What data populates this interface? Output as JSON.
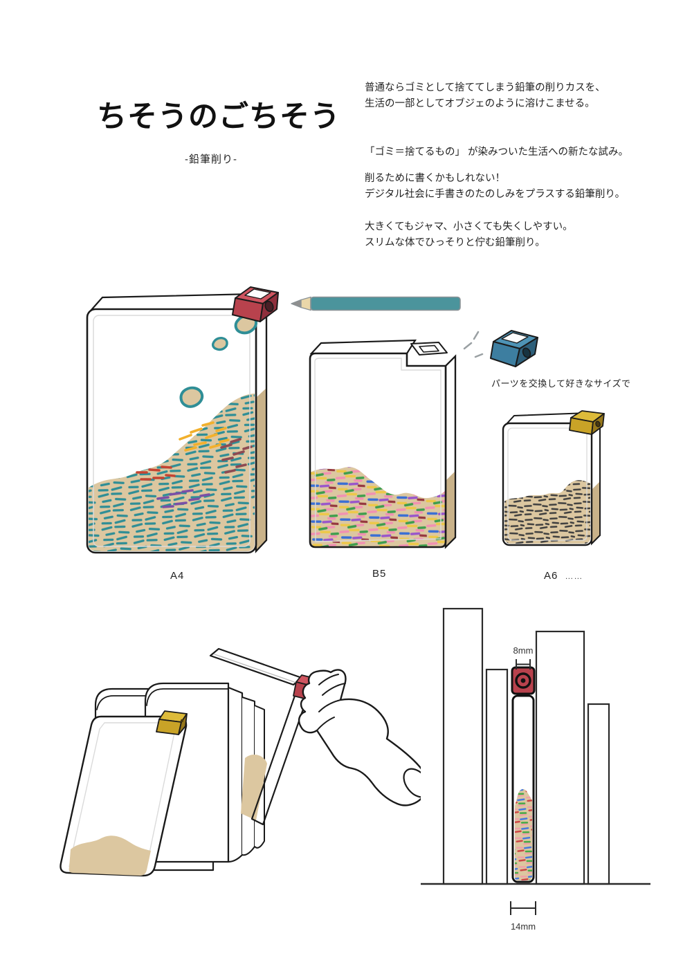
{
  "header": {
    "title": "ちそうのごちそう",
    "subtitle": "-鉛筆削り-"
  },
  "intro": {
    "p1": "普通ならゴミとして捨ててしまう鉛筆の削りカスを、\n生活の一部としてオブジェのように溶けこませる。",
    "p2": "「ゴミ＝捨てるもの」 が染みついた生活への新たな試み。",
    "p3": "削るために書くかもしれない！\nデジタル社会に手書きのたのしみをプラスする鉛筆削り。",
    "p4": "大きくてもジャマ、小さくても失くしやすい。\nスリムな体でひっそりと佇む鉛筆削り。"
  },
  "sizes": {
    "a4": "A4",
    "b5": "B5",
    "a6": "A6",
    "more": "……"
  },
  "swap_note": "パーツを交換して好きなサイズで",
  "dimensions": {
    "sharpener_width": "8mm",
    "body_width": "14mm"
  },
  "colors": {
    "sharpener_red": "#b8424d",
    "sharpener_red_light": "#cf5560",
    "sharpener_red_dark": "#8f2f3c",
    "sharpener_yellow": "#c9a327",
    "sharpener_blue": "#3d7ea0",
    "pencil_teal": "#4b949c",
    "shavings_tan": "#dcc7a0",
    "shavings_tan_dark": "#c9b289",
    "outline": "#1a1a1a"
  }
}
